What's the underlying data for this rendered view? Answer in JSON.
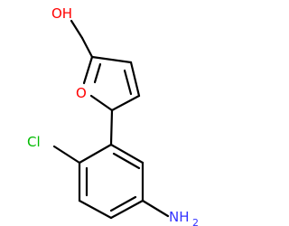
{
  "molecule": {
    "atoms": {
      "hydroxyl": "OH",
      "ring_oxygen": "O",
      "chlorine": "Cl",
      "amine": "NH",
      "amine_subscript": "2"
    },
    "colors": {
      "bond": "#000000",
      "oxygen": "#ff0000",
      "chlorine": "#00bb00",
      "nitrogen": "#3333ff"
    }
  }
}
